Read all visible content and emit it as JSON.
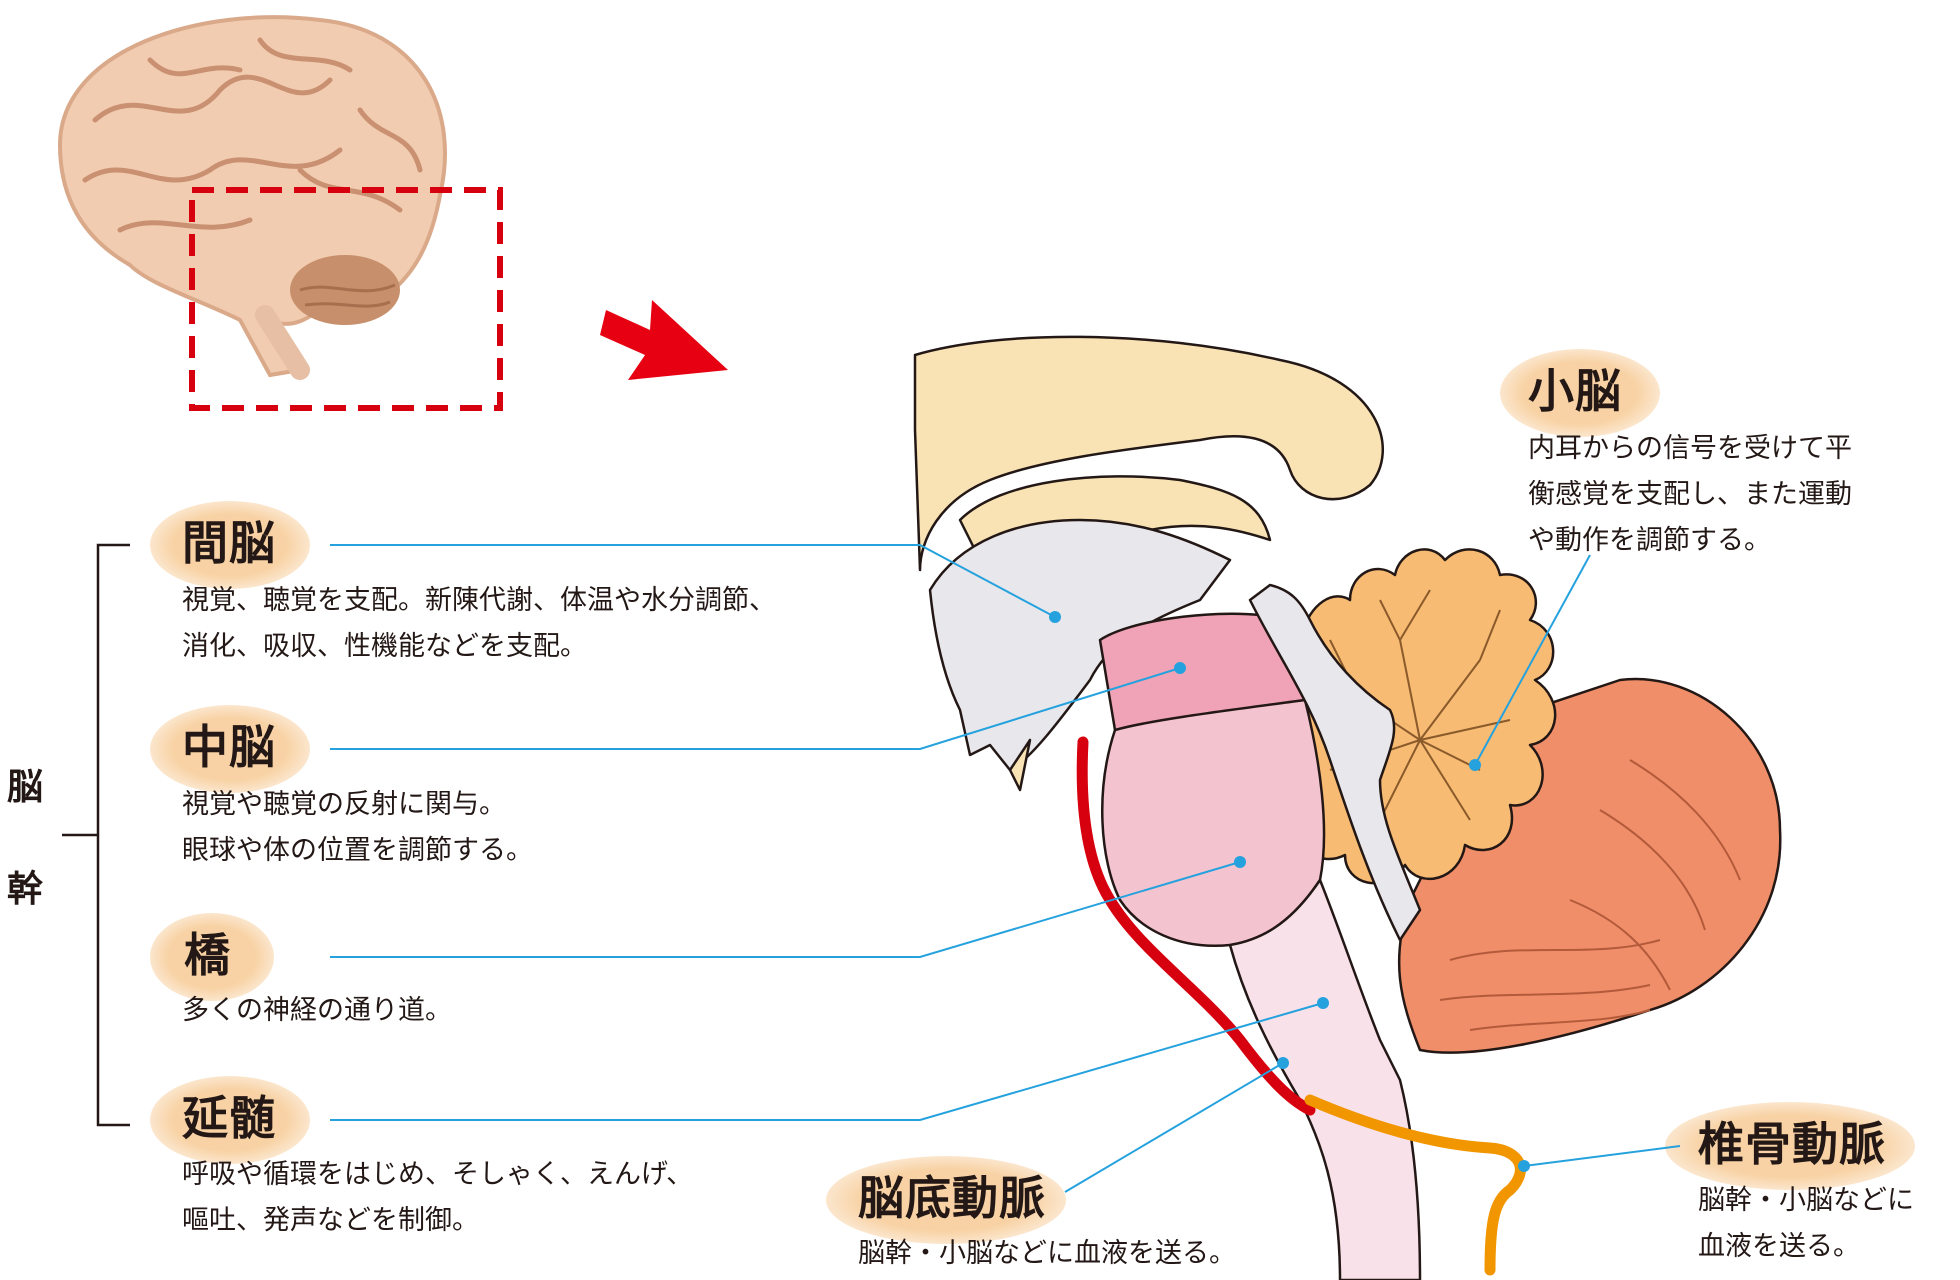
{
  "colors": {
    "label_bubble": "#f8d2a4",
    "leader_line": "#25a2de",
    "basilar_artery": "#d7000f",
    "vertebral_artery": "#f29600",
    "diencephalon": "#e8e7ec",
    "midbrain": "#f0a3b6",
    "pons": "#f4c3d0",
    "medulla": "#f9e1e9",
    "cerebellum_arbor": "#f7bb73",
    "cerebellum_cortex": "#ef8e68",
    "corpus_callosum": "#f9e3b5",
    "focus_box": "#d7000f"
  },
  "icons": [
    "brain-thumbnail",
    "red-arrow-icon"
  ],
  "group_label": [
    "脳",
    "幹"
  ],
  "parts": {
    "diencephalon": {
      "title": "間脳",
      "desc": "視覚、聴覚を支配。新陳代謝、体温や水分調節、\n消化、吸収、性機能などを支配。"
    },
    "midbrain": {
      "title": "中脳",
      "desc": "視覚や聴覚の反射に関与。\n眼球や体の位置を調節する。"
    },
    "pons": {
      "title": "橋",
      "desc": "多くの神経の通り道。"
    },
    "medulla": {
      "title": "延髄",
      "desc": "呼吸や循環をはじめ、そしゃく、えんげ、\n嘔吐、発声などを制御。"
    },
    "cerebellum": {
      "title": "小脳",
      "desc": "内耳からの信号を受けて平\n衡感覚を支配し、また運動\nや動作を調節する。"
    },
    "basilar_artery": {
      "title": "脳底動脈",
      "desc": "脳幹・小脳などに血液を送る。"
    },
    "vertebral_artery": {
      "title": "椎骨動脈",
      "desc": "脳幹・小脳などに\n血液を送る。"
    }
  }
}
